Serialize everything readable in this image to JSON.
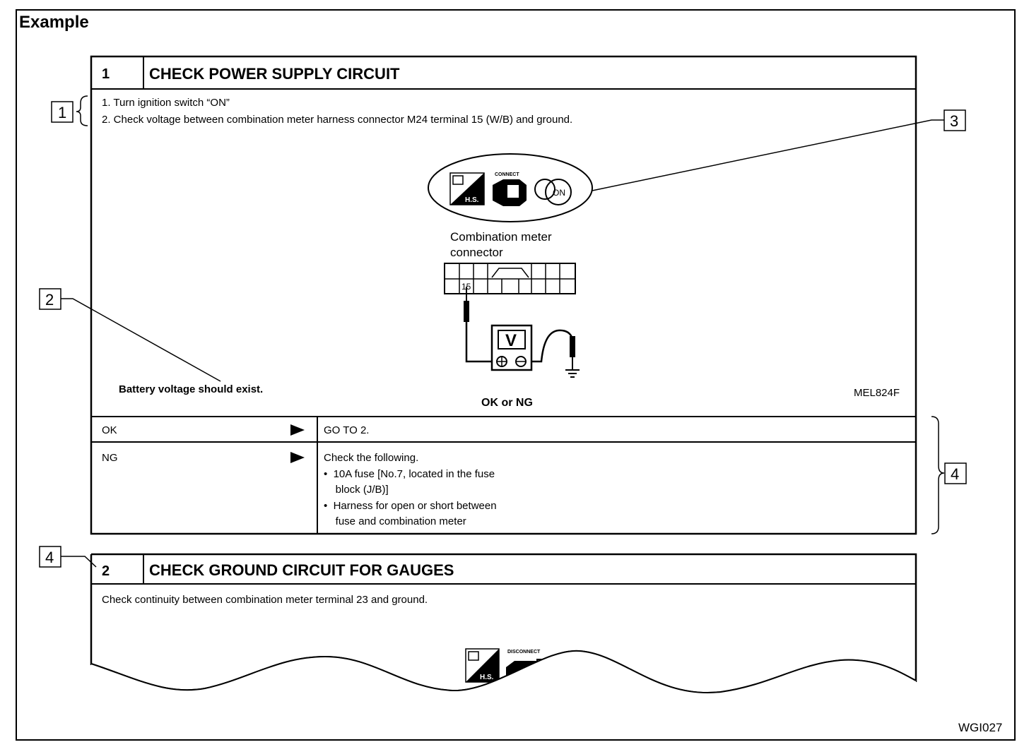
{
  "page": {
    "heading": "Example",
    "figure_code": "WGI027"
  },
  "callouts": {
    "c1": "1",
    "c2": "2",
    "c3": "3",
    "c4a": "4",
    "c4b": "4"
  },
  "step1": {
    "number": "1",
    "title": "CHECK POWER SUPPLY CIRCUIT",
    "instructions": [
      "1. Turn ignition switch “ON”",
      "2. Check voltage between combination meter harness connector M24 terminal 15 (W/B) and ground."
    ],
    "icons": [
      "hs-manual-icon",
      "connect-icon",
      "ignition-on-icon"
    ],
    "icon_labels": {
      "hs": "H.S.",
      "connect": "CONNECT",
      "on": "ON"
    },
    "connector_label_line1": "Combination meter",
    "connector_label_line2": "connector",
    "terminal_number": "15",
    "meter_label": "V",
    "expected_result": "Battery voltage should exist.",
    "figure_code": "MEL824F",
    "ok_ng": "OK or NG",
    "results": [
      {
        "condition": "OK",
        "action_lines": [
          "GO TO 2."
        ]
      },
      {
        "condition": "NG",
        "action_lines": [
          "Check the following.",
          "•  10A fuse [No.7, located in the fuse",
          "    block (J/B)]",
          "•  Harness for open or short between",
          "    fuse and combination meter"
        ]
      }
    ]
  },
  "step2": {
    "number": "2",
    "title": "CHECK GROUND CIRCUIT FOR GAUGES",
    "instruction": "Check continuity between combination meter terminal 23 and ground.",
    "icon_labels": {
      "hs": "H.S.",
      "disconnect": "DISCONNECT"
    }
  }
}
